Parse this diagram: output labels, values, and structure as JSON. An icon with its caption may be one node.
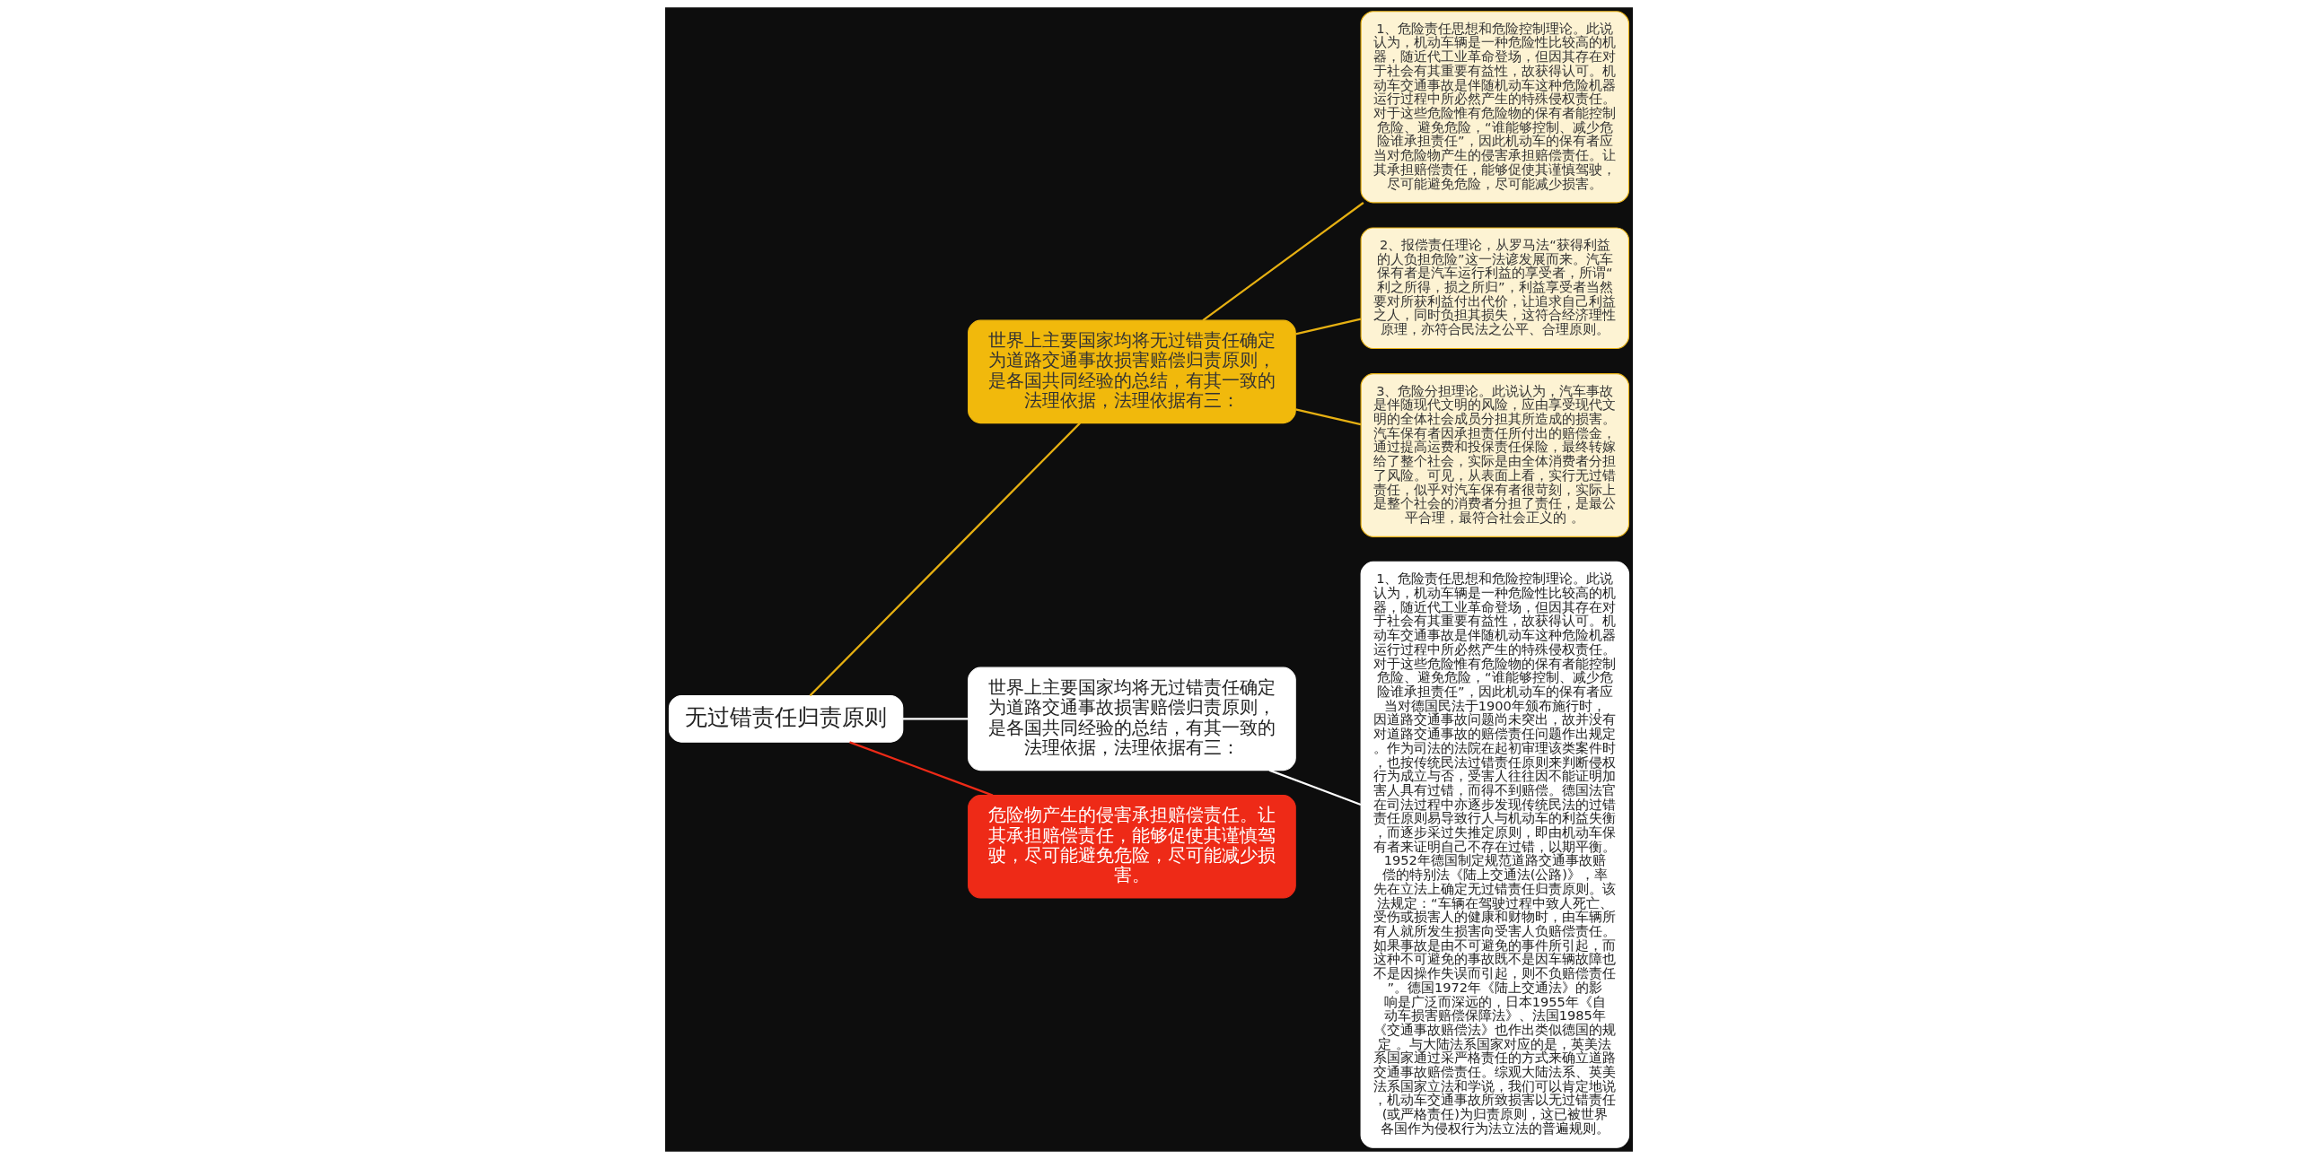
{
  "diagram": {
    "nodes": [
      {
        "text": [
          "无过错责任归责原则"
        ]
      },
      {
        "text": [
          "世界上主要国家均将无过错责任确定为道路交通事故损害赔偿归责原则，是各国共同经验的总结，有其一致的法理依据，法理依据有三："
        ]
      },
      {
        "text": [
          "1、危险责任思想和危险控制理论。此说认为，机动车辆是一种危险性比较高的机器，随近代工业革命登场，但因其存在对于社会有其重要有益性，故获得认可。机动车交通事故是伴随机动车这种危险机器运行过程中所必然产生的特殊侵权责任。对于这些危险惟有危险物的保有者能控制危险、避免危险，“谁能够控制、减少危险谁承担责任”，因此机动车的保有者应当对危险物产生的侵害承担赔偿责任。让其承担赔偿责任，能够促使其谨慎驾驶，尽可能避免危险，尽可能减少损害。"
        ]
      },
      {
        "text": [
          "2、报偿责任理论，从罗马法“获得利益的人负担危险”这一法谚发展而来。汽车保有者是汽车运行利益的享受者，所谓“利之所得，损之所归”，利益享受者当然要对所获利益付出代价，让追求自己利益之人，同时负担其损失，这符合经济理性原理，亦符合民法之公平、合理原则。"
        ]
      },
      {
        "text": [
          "3、危险分担理论。此说认为，汽车事故是伴随现代文明的风险，应由享受现代文明的全体社会成员分担其所造成的损害。汽车保有者因承担责任所付出的赔偿金，通过提高运费和投保责任保险，最终转嫁给了整个社会，实际是由全体消费者分担了风险。可见，从表面上看，实行无过错责任，似乎对汽车保有者很苛刻，实际上是整个社会的消费者分担了责任，是最公平合理，最符合社会正义的 。"
        ]
      },
      {
        "text": [
          "世界上主要国家均将无过错责任确定为道路交通事故损害赔偿归责原则，是各国共同经验的总结，有其一致的法理依据，法理依据有三："
        ]
      },
      {
        "text": [
          "1、危险责任思想和危险控制理论。此说认为，机动车辆是一种危险性比较高的机器，随近代工业革命登场，但因其存在对于社会有其重要有益性，故获得认可。机动车交通事故是伴随机动车这种危险机器运行过程中所必然产生的特殊侵权责任。对于这些危险惟有危险物的保有者能控制危险、避免危险，“谁能够控制、减少危险谁承担责任”，因此机动车的保有者应当对德国民法于1900年颁布施行时，因道路交通事故问题尚未突出，故并没有对道路交通事故的赔偿责任问题作出规定。作为司法的法院在起初审理该类案件时，也按传统民法过错责任原则来判断侵权行为成立与否，受害人往往因不能证明加害人具有过错，而得不到赔偿。德国法官在司法过程中亦逐步发现传统民法的过错责任原则易导致行人与机动车的利益失衡，而逐步采过失推定原则，即由机动车保有者来证明自己不存在过错，以期平衡。1952年德国制定规范道路交通事故赔偿的特别法《陆上交通法(公路)》，率先在立法上确定无过错责任归责原则。该法规定：“车辆在驾驶过程中致人死亡、受伤或损害人的健康和财物时，由车辆所有人就所发生损害向受害人负赔偿责任。如果事故是由不可避免的事件所引起，而这种不可避免的事故既不是因车辆故障也不是因操作失误而引起，则不负赔偿责任”。德国1972年《陆上交通法》的影响是广泛而深远的，日本1955年《自动车损害赔偿保障法》、法国1985年《交通事故赔偿法》也作出类似德国的规定 。与大陆法系国家对应的是，英美法系国家通过采严格责任的方式来确立道路交通事故赔偿责任。综观大陆法系、英美法系国家立法和学说，我们可以肯定地说，机动车交通事故所致损害以无过错责任(或严格责任)为归责原则，这已被世界各国作为侵权行为法立法的普遍规则。"
        ]
      },
      {
        "text": [
          "危险物产生的侵害承担赔偿责任。让其承担赔偿责任，能够促使其谨慎驾驶，尽可能避免危险，尽可能减少损害。"
        ]
      }
    ],
    "edges": [
      {
        "from": 0,
        "to": 1,
        "arrow": "none"
      },
      {
        "from": 1,
        "to": 2,
        "arrow": "none"
      },
      {
        "from": 1,
        "to": 3,
        "arrow": "none"
      },
      {
        "from": 1,
        "to": 4,
        "arrow": "none"
      },
      {
        "from": 0,
        "to": 5,
        "arrow": "none",
        "color": "#ffffff"
      },
      {
        "from": 5,
        "to": 6,
        "arrow": "none",
        "color": "#ffffff"
      },
      {
        "from": 0,
        "to": 7,
        "arrow": "none",
        "color": "#ee2a17"
      }
    ]
  }
}
